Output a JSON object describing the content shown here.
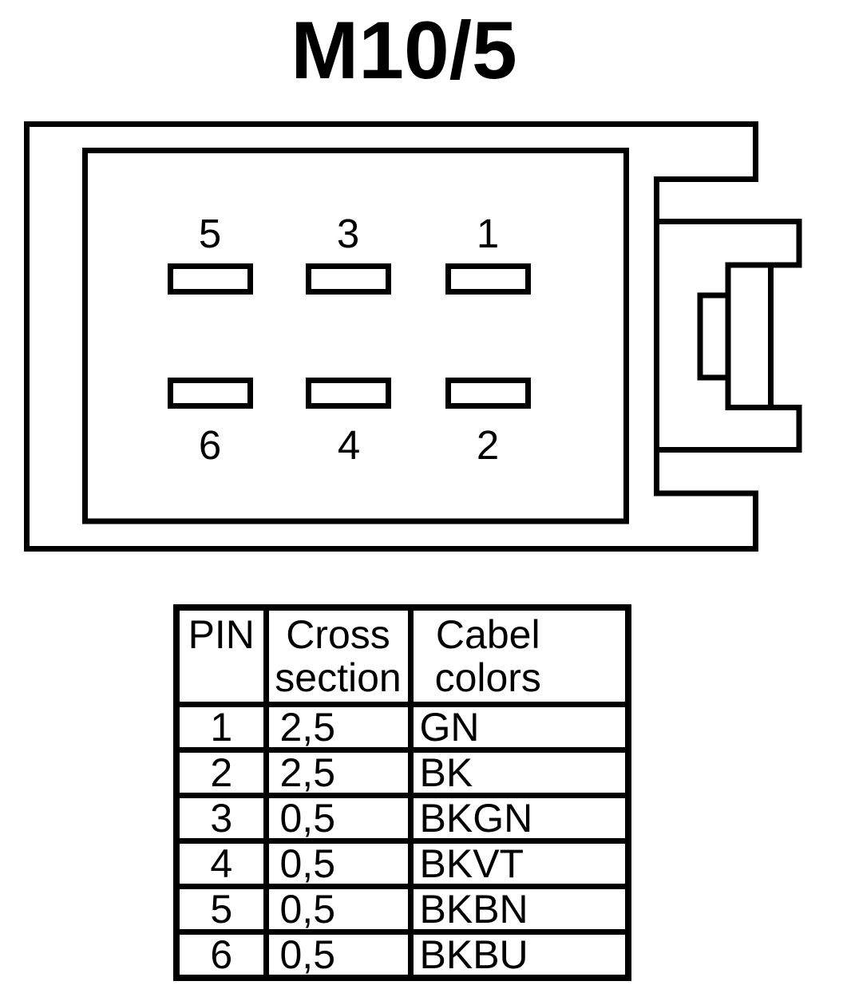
{
  "title": "M10/5",
  "connector": {
    "top_row_labels": [
      "5",
      "3",
      "1"
    ],
    "bottom_row_labels": [
      "6",
      "4",
      "2"
    ]
  },
  "table": {
    "headers": {
      "pin": "PIN",
      "cross_line1": "Cross",
      "cross_line2": "section",
      "colors_line1": "Cabel",
      "colors_line2": "colors"
    },
    "rows": [
      {
        "pin": "1",
        "cross_section": "2,5",
        "cable_color": "GN"
      },
      {
        "pin": "2",
        "cross_section": "2,5",
        "cable_color": "BK"
      },
      {
        "pin": "3",
        "cross_section": "0,5",
        "cable_color": "BKGN"
      },
      {
        "pin": "4",
        "cross_section": "0,5",
        "cable_color": "BKVT"
      },
      {
        "pin": "5",
        "cross_section": "0,5",
        "cable_color": "BKBN"
      },
      {
        "pin": "6",
        "cross_section": "0,5",
        "cable_color": "BKBU"
      }
    ]
  },
  "colors": {
    "line": "#000000",
    "background": "#ffffff"
  }
}
